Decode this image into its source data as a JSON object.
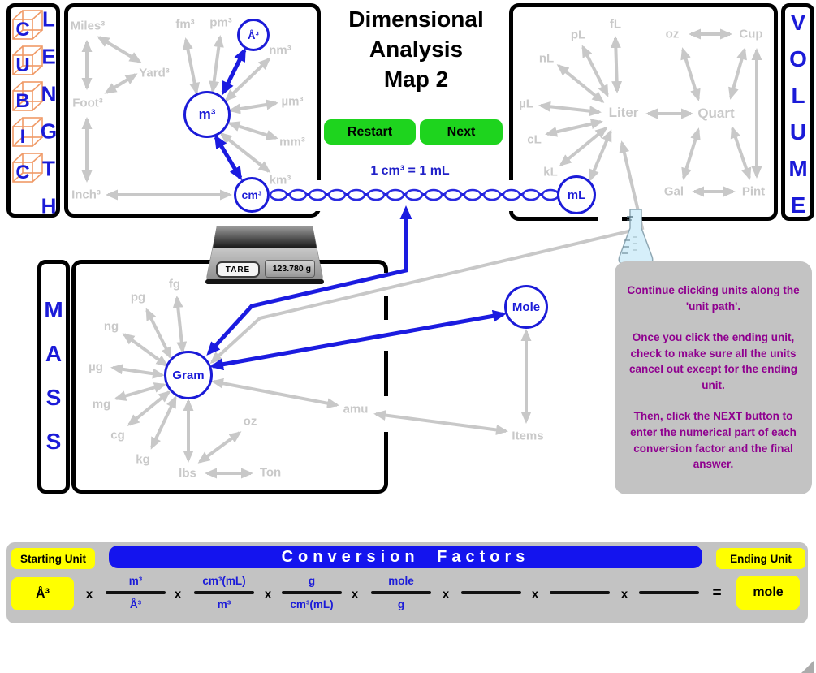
{
  "app": {
    "title_lines": [
      "Dimensional",
      "Analysis",
      "Map 2"
    ]
  },
  "buttons": {
    "restart": "Restart",
    "next": "Next"
  },
  "chain_label": "1 cm³ = 1 mL",
  "length_box": {
    "cubic_letters": [
      "C",
      "U",
      "B",
      "I",
      "C"
    ],
    "word_letters": [
      "L",
      "E",
      "N",
      "G",
      "T",
      "H"
    ],
    "units": {
      "miles": "Miles³",
      "yard": "Yard³",
      "foot": "Foot³",
      "inch": "Inch³",
      "fm": "fm³",
      "pm": "pm³",
      "nm": "nm³",
      "um": "µm³",
      "mm": "mm³",
      "km": "km³",
      "angstrom": "Å³",
      "m": "m³",
      "cm": "cm³"
    }
  },
  "volume_box": {
    "word_letters": [
      "V",
      "O",
      "L",
      "U",
      "M",
      "E"
    ],
    "units": {
      "fl": "fL",
      "pl": "pL",
      "nl": "nL",
      "ul": "µL",
      "cl": "cL",
      "kl": "kL",
      "ml": "mL",
      "liter": "Liter",
      "oz": "oz",
      "cup": "Cup",
      "quart": "Quart",
      "gal": "Gal",
      "pint": "Pint"
    }
  },
  "mass_box": {
    "word_letters": [
      "M",
      "A",
      "S",
      "S"
    ],
    "units": {
      "fg": "fg",
      "pg": "pg",
      "ng": "ng",
      "ug": "µg",
      "mg": "mg",
      "cg": "cg",
      "kg": "kg",
      "gram": "Gram",
      "oz": "oz",
      "lbs": "lbs",
      "ton": "Ton",
      "amu": "amu",
      "mole": "Mole",
      "items": "Items"
    }
  },
  "scale": {
    "tare_button": "TARE",
    "display_value": "123.780 g"
  },
  "instructions": {
    "p1": "Continue clicking units along the 'unit path'.",
    "p2": "Once you click the ending unit, check to make sure all the units cancel out except for the ending unit.",
    "p3": "Then, click the NEXT button to enter the numerical part of each conversion factor and the final answer."
  },
  "conversion_bar": {
    "starting_label": "Starting Unit",
    "header": "Conversion Factors",
    "ending_label": "Ending Unit",
    "starting_unit": "Å³",
    "ending_unit": "mole",
    "multiply_sign": "x",
    "equals_sign": "=",
    "fractions": [
      {
        "num": "m³",
        "den": "Å³"
      },
      {
        "num": "cm³(mL)",
        "den": "m³"
      },
      {
        "num": "g",
        "den": "cm³(mL)"
      },
      {
        "num": "mole",
        "den": "g"
      },
      {
        "num": "",
        "den": ""
      },
      {
        "num": "",
        "den": ""
      },
      {
        "num": "",
        "den": ""
      }
    ]
  },
  "colors": {
    "path_blue": "#1b1be0",
    "inactive_gray": "#c8c8c8",
    "button_green": "#1ed41e",
    "highlight_yellow": "#ffff00",
    "header_blue": "#1414ee",
    "instruction_purple": "#8f008f",
    "panel_gray": "#c3c3c3",
    "cube_orange": "#f09a67"
  }
}
